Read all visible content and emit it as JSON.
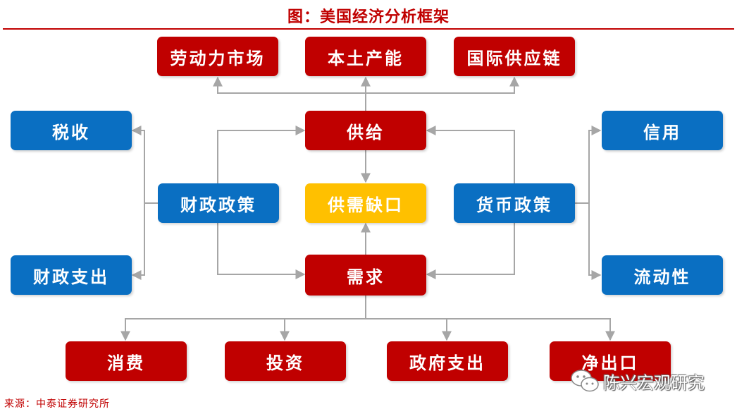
{
  "title": "图：美国经济分析框架",
  "top_row": {
    "labor": "劳动力市场",
    "capacity": "本土产能",
    "supply_chain": "国际供应链"
  },
  "center": {
    "supply": "供给",
    "gap": "供需缺口",
    "demand": "需求"
  },
  "fiscal": {
    "policy": "财政政策",
    "tax": "税收",
    "spending": "财政支出"
  },
  "monetary": {
    "policy": "货币政策",
    "credit": "信用",
    "liquidity": "流动性"
  },
  "bottom_row": {
    "consumption": "消费",
    "investment": "投资",
    "gov_spending": "政府支出",
    "net_exports": "净出口"
  },
  "source": "来源：中泰证券研究所",
  "watermark": "陈兴宏观研究",
  "colors": {
    "red": "#c00000",
    "blue": "#0a6fc2",
    "yellow": "#ffc000",
    "connector": "#a6a6a6"
  }
}
